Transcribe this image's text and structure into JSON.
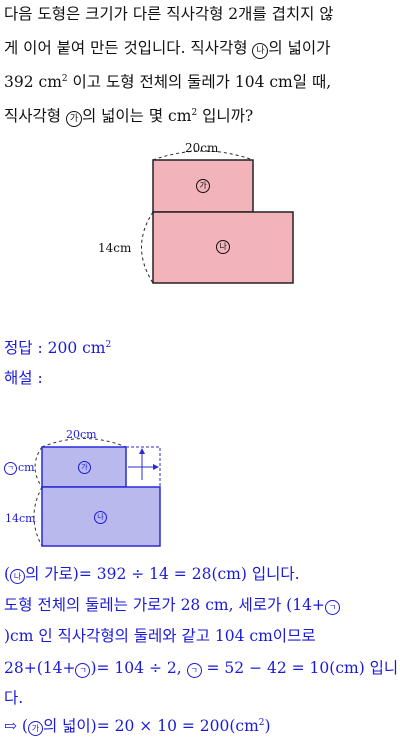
{
  "question": {
    "line1": "다음 도형은 크기가 다른 직사각형 2개를 겹치지 않",
    "line2_pre": "게 이어 붙여 만든 것입니다. 직사각형 ",
    "line2_badge": "나",
    "line2_post": "의 넓이가",
    "line3_pre": "392 cm",
    "line3_sup": "2",
    "line3_post": " 이고 도형 전체의 둘레가 104 cm일 때,",
    "line4_pre": "직사각형 ",
    "line4_badge": "가",
    "line4_mid": "의 넓이는 몇 cm",
    "line4_sup": "2",
    "line4_post": " 입니까?"
  },
  "figure1": {
    "top_label": "20cm",
    "side_label": "14cm",
    "rect_a": "가",
    "rect_b": "나",
    "fill_color": "#f2b3bb"
  },
  "answer": {
    "label": "정답 : 200 cm",
    "sup": "2"
  },
  "solution": {
    "label": "해설 :",
    "figure": {
      "top_label": "20cm",
      "left_label": "cm",
      "left_badge": "ㄱ",
      "bottom_label": "14cm",
      "rect_a": "가",
      "rect_b": "나",
      "fill_color": "#b9b9ee"
    },
    "s1_badge": "나",
    "s1_post": "의 가로)= 392 ÷ 14 = 28(cm) 입니다.",
    "s2": "도형 전체의 둘레는 가로가 28 cm, 세로가 (14+",
    "s2_badge": "ㄱ",
    "s3_pre": ")cm 인 직사각형의 둘레와 같고 104 cm이므로",
    "s4_pre": "28+(14+",
    "s4_mid": ")= 104 ÷ 2, ",
    "s4_post": " = 52 − 42 = 10(cm) 입니",
    "s5": "다.",
    "s6_pre": "⇨ (",
    "s6_badge": "가",
    "s6_post": "의 넓이)= 20 × 10 = 200(cm",
    "s6_sup": "2",
    "s6_end": ")"
  }
}
